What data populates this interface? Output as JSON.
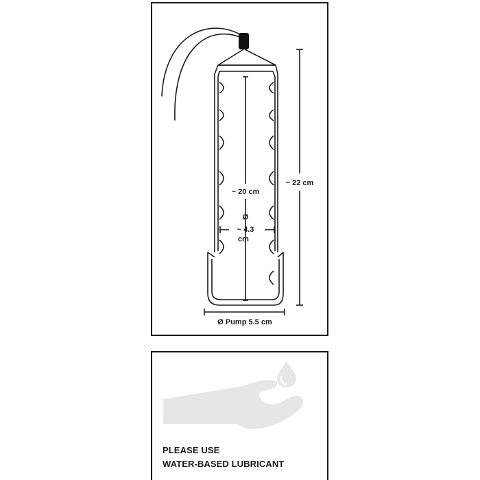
{
  "diagram": {
    "dimensions": {
      "inner_length": "~ 20 cm",
      "diameter_symbol": "Ø",
      "inner_diameter_value": "~ 4.3",
      "inner_diameter_unit": "cm",
      "total_length": "~ 22 cm",
      "pump_diameter": "Ø Pump 5.5 cm"
    }
  },
  "notice": {
    "line1": "PLEASE USE",
    "line2": "WATER-BASED LUBRICANT"
  },
  "icons": [
    "pump-cylinder-icon",
    "hose-icon",
    "water-drop-icon",
    "open-hand-icon"
  ],
  "colors": {
    "line": "#1a1a1a",
    "icon_fill": "#e6e6e6",
    "background": "#ffffff"
  }
}
